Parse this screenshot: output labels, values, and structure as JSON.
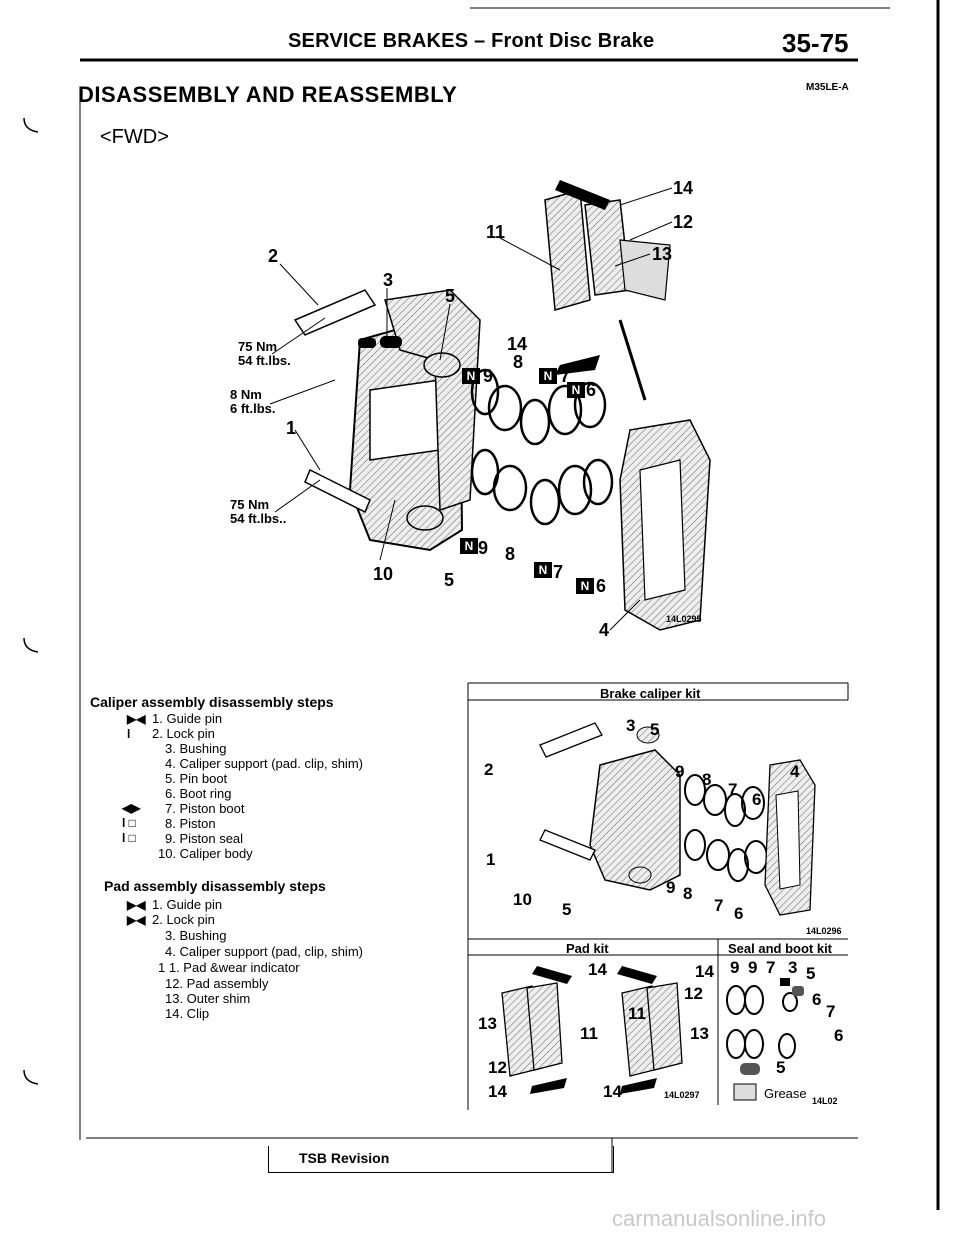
{
  "header": {
    "title": "SERVICE BRAKES – Front Disc Brake",
    "page": "35-75"
  },
  "section": {
    "title": "DISASSEMBLY AND REASSEMBLY",
    "code": "M35LE-A"
  },
  "direction": "<FWD>",
  "figure1": {
    "id": "14L0295",
    "callouts": [
      "14",
      "11",
      "12",
      "13",
      "2",
      "3",
      "5",
      "14",
      "9",
      "8",
      "7",
      "6",
      "1",
      "10",
      "5",
      "9",
      "8",
      "7",
      "6",
      "4"
    ],
    "torque": {
      "t1": {
        "nm": "75 Nm",
        "ftlb": "54 ft.lbs."
      },
      "t2": {
        "nm": "8 Nm",
        "ftlb": "6 ft.lbs."
      },
      "t3": {
        "nm": "75 Nm",
        "ftlb": "54 ft.lbs.."
      }
    },
    "symbol": "N"
  },
  "caliper_steps": {
    "title": "Caliper assembly disassembly steps",
    "items": [
      {
        "mark": "▶◀",
        "text": "1.  Guide pin"
      },
      {
        "mark": "l",
        "text": "2.  Lock pin"
      },
      {
        "mark": "",
        "text": "3.  Bushing"
      },
      {
        "mark": "",
        "text": "4.  Caliper support (pad. clip, shim)"
      },
      {
        "mark": "",
        "text": "5.  Pin boot"
      },
      {
        "mark": "",
        "text": "6.  Boot ring"
      },
      {
        "mark": "◀▶",
        "text": "7.  Piston boot"
      },
      {
        "mark": "l □",
        "text": "8.  Piston"
      },
      {
        "mark": "l □",
        "text": "9.  Piston seal"
      },
      {
        "mark": "",
        "text": "10.  Caliper body"
      }
    ]
  },
  "pad_steps": {
    "title": "Pad assembly disassembly steps",
    "items": [
      {
        "mark": "▶◀",
        "text": "1.  Guide pin"
      },
      {
        "mark": "▶◀",
        "text": "2.  Lock pin"
      },
      {
        "mark": "",
        "text": "3.  Bushing"
      },
      {
        "mark": "",
        "text": "4.  Caliper support (pad, clip, shim)"
      },
      {
        "mark": "",
        "text": "1 1.  Pad &wear indicator"
      },
      {
        "mark": "",
        "text": "12.  Pad assembly"
      },
      {
        "mark": "",
        "text": "13.  Outer shim"
      },
      {
        "mark": "",
        "text": "14.  Clip"
      }
    ]
  },
  "kit": {
    "title": "Brake caliper kit",
    "figure_id": "14L0296",
    "callouts": [
      "3",
      "5",
      "2",
      "9",
      "8",
      "4",
      "7",
      "6",
      "1",
      "10",
      "9",
      "8",
      "7",
      "5",
      "6"
    ]
  },
  "padkit": {
    "title": "Pad kit",
    "figure_id": "14L0297",
    "callouts": [
      "14",
      "14",
      "12",
      "13",
      "11",
      "11",
      "13",
      "12",
      "14",
      "14"
    ]
  },
  "sealkit": {
    "title": "Seal and boot kit",
    "figure_id": "14L02",
    "callouts": [
      "9",
      "9",
      "7",
      "3",
      "5",
      "6",
      "7",
      "6",
      "5"
    ],
    "grease": "Grease"
  },
  "footer": {
    "tsb": "TSB Revision",
    "watermark": "carmanualsonline.info"
  },
  "colors": {
    "ink": "#000000",
    "watermark": "#c8c8c8"
  }
}
